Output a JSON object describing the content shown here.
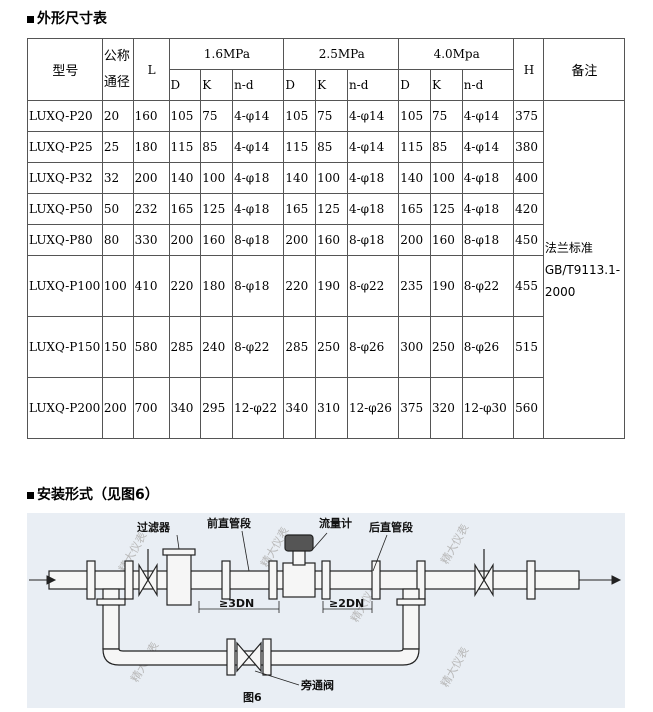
{
  "section1_title": "外形尺寸表",
  "section2_title": "安装形式（见图6）",
  "table": {
    "headers": {
      "model": "型号",
      "nominal_1": "公称",
      "nominal_2": "通径",
      "L": "L",
      "p1": "1.6MPa",
      "p2": "2.5MPa",
      "p3": "4.0Mpa",
      "H": "H",
      "note": "备注",
      "D": "D",
      "K": "K",
      "nd": "n-d"
    },
    "note_text": "法兰标准GB/T9113.1-2000",
    "rows": [
      {
        "model": "LUXQ-P20",
        "dn": "20",
        "L": "160",
        "d1": "105",
        "k1": "75",
        "n1": "4-φ14",
        "d2": "105",
        "k2": "75",
        "n2": "4-φ14",
        "d3": "105",
        "k3": "75",
        "n3": "4-φ14",
        "H": "375"
      },
      {
        "model": "LUXQ-P25",
        "dn": "25",
        "L": "180",
        "d1": "115",
        "k1": "85",
        "n1": "4-φ14",
        "d2": "115",
        "k2": "85",
        "n2": "4-φ14",
        "d3": "115",
        "k3": "85",
        "n3": "4-φ14",
        "H": "380"
      },
      {
        "model": "LUXQ-P32",
        "dn": "32",
        "L": "200",
        "d1": "140",
        "k1": "100",
        "n1": "4-φ18",
        "d2": "140",
        "k2": "100",
        "n2": "4-φ18",
        "d3": "140",
        "k3": "100",
        "n3": "4-φ18",
        "H": "400"
      },
      {
        "model": "LUXQ-P50",
        "dn": "50",
        "L": "232",
        "d1": "165",
        "k1": "125",
        "n1": "4-φ18",
        "d2": "165",
        "k2": "125",
        "n2": "4-φ18",
        "d3": "165",
        "k3": "125",
        "n3": "4-φ18",
        "H": "420"
      },
      {
        "model": "LUXQ-P80",
        "dn": "80",
        "L": "330",
        "d1": "200",
        "k1": "160",
        "n1": "8-φ18",
        "d2": "200",
        "k2": "160",
        "n2": "8-φ18",
        "d3": "200",
        "k3": "160",
        "n3": "8-φ18",
        "H": "450"
      },
      {
        "model": "LUXQ-P100",
        "dn": "100",
        "L": "410",
        "d1": "220",
        "k1": "180",
        "n1": "8-φ18",
        "d2": "220",
        "k2": "190",
        "n2": "8-φ22",
        "d3": "235",
        "k3": "190",
        "n3": "8-φ22",
        "H": "455"
      },
      {
        "model": "LUXQ-P150",
        "dn": "150",
        "L": "580",
        "d1": "285",
        "k1": "240",
        "n1": "8-φ22",
        "d2": "285",
        "k2": "250",
        "n2": "8-φ26",
        "d3": "300",
        "k3": "250",
        "n3": "8-φ26",
        "H": "515"
      },
      {
        "model": "LUXQ-P200",
        "dn": "200",
        "L": "700",
        "d1": "340",
        "k1": "295",
        "n1": "12-φ22",
        "d2": "340",
        "k2": "310",
        "n2": "12-φ26",
        "d3": "375",
        "k3": "320",
        "n3": "12-φ30",
        "H": "560"
      }
    ]
  },
  "diagram": {
    "label_filter": "过滤器",
    "label_front": "前直管段",
    "label_meter": "流量计",
    "label_rear": "后直管段",
    "label_3dn": "≥3DN",
    "label_2dn": "≥2DN",
    "label_bypass": "旁通阀",
    "caption": "图6",
    "watermark": "精大仪表"
  }
}
